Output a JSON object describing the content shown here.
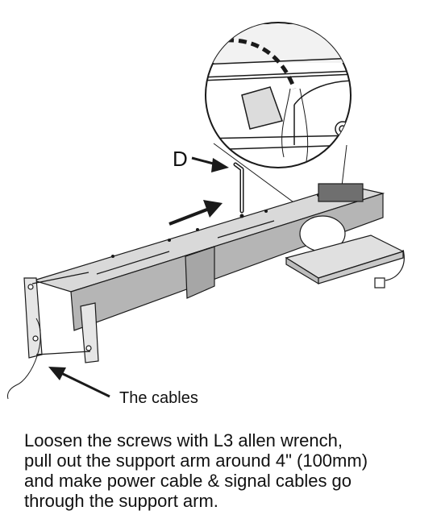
{
  "figure": {
    "label_d": "D",
    "label_cables": "The cables"
  },
  "instruction": {
    "lines": [
      "Loosen the screws with L3 allen wrench,",
      "pull out the support arm around 4\" (100mm)",
      "and make power cable & signal cables go",
      "through the support arm."
    ]
  },
  "colors": {
    "arm_top": "#d9d9d9",
    "arm_side": "#b5b5b5",
    "arm_dark": "#8e8e8e",
    "line": "#1a1a1a"
  },
  "icons": [
    "arrow-icon",
    "allen-wrench-icon",
    "magnifier-circle"
  ]
}
